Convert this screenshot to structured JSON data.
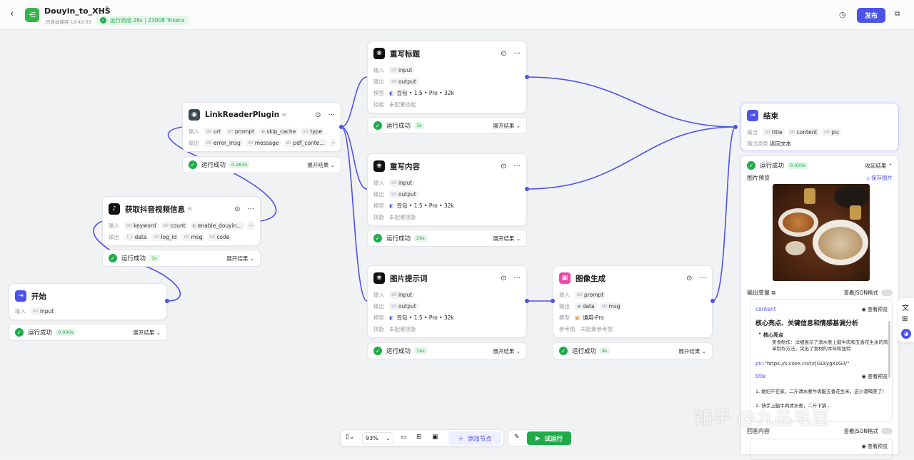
{
  "header": {
    "title": "Douyin_to_XHS",
    "autosave": "已自动保存 12:42:03",
    "run_status": "运行完成 26s | 23008 Tokens",
    "publish": "发布"
  },
  "labels": {
    "input": "输入",
    "output": "输出",
    "model": "模型",
    "skill": "技能",
    "skill_none": "未配置技能",
    "run_ok": "运行成功",
    "expand": "展开结果",
    "collapse": "收起结果",
    "output_type": "输出类型",
    "ref_image": "参考图",
    "ref_none": "未配置参考图"
  },
  "nodes": {
    "start": {
      "title": "开始",
      "inputs": [
        "input"
      ],
      "time": "0.000s"
    },
    "douyin": {
      "title": "获取抖音视频信息",
      "inputs": [
        "keyword",
        "count",
        "enable_douyin..."
      ],
      "outputs": [
        "data",
        "log_id",
        "msg",
        "code"
      ],
      "time": "1s"
    },
    "linkreader": {
      "title": "LinkReaderPlugin",
      "inputs": [
        "url",
        "prompt",
        "skip_cache",
        "type"
      ],
      "outputs": [
        "error_msg",
        "message",
        "pdf_conte..."
      ],
      "time": "0.264s"
    },
    "rewrite_title": {
      "title": "重写标题",
      "inputs": [
        "input"
      ],
      "outputs": [
        "output"
      ],
      "model": "豆包 • 1.5 • Pro • 32k",
      "time": "3s"
    },
    "rewrite_content": {
      "title": "重写内容",
      "inputs": [
        "input"
      ],
      "outputs": [
        "output"
      ],
      "model": "豆包 • 1.5 • Pro • 32k",
      "time": "20s"
    },
    "image_prompt": {
      "title": "图片提示词",
      "inputs": [
        "input"
      ],
      "outputs": [
        "output"
      ],
      "model": "豆包 • 1.5 • Pro • 32k",
      "time": "14s"
    },
    "image_gen": {
      "title": "图像生成",
      "inputs": [
        "prompt"
      ],
      "outputs": [
        "data",
        "msg"
      ],
      "model": "通用-Pro",
      "time": "8s"
    },
    "end": {
      "title": "结束",
      "outputs": [
        "title",
        "content",
        "pic"
      ],
      "output_type": "返回文本",
      "time": "0.020s"
    }
  },
  "result": {
    "preview_label": "图片预览",
    "save_image": "保存图片",
    "output_vars": "输出变量",
    "view_json": "查看JSON格式",
    "view_preview": "查看预览",
    "content_key": "content",
    "content_heading": "核心亮点、关键信息和情感基调分析",
    "content_bullet": "核心亮点",
    "content_sub": "美食制作：详细展示了清水煮上脑牛肉和五香花生米的简单制作方法，突出了食材的本味和独特",
    "pic_key": "pic:",
    "pic_value": "\"https://s.coze.cn/t/rjGLkygXsG0/\"",
    "title_key": "title",
    "title_line1": "1. 媳妇不在家，二斤清水煮牛肉配五香花生米，这小酒喝美了！",
    "title_line2": "2. 快手上脑牛肉清水煮，二斤下锅...",
    "answer_label": "回答内容"
  },
  "toolbar": {
    "zoom": "93%",
    "add_node": "添加节点",
    "test_run": "试运行"
  },
  "watermark": "知乎 @九品毛豆",
  "colors": {
    "accent": "#4d53e8",
    "success": "#1fab4a",
    "start": "#4d53e8",
    "end": "#4d53e8"
  }
}
